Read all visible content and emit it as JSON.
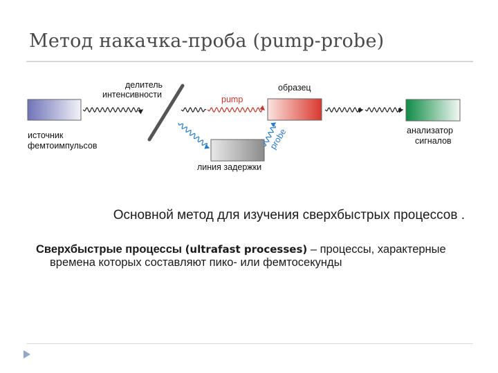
{
  "title": "Метод накачка-проба (pump-probe)",
  "diagram": {
    "labels": {
      "splitter_line1": "делитель",
      "splitter_line2": "интенсивности",
      "pump": "pump",
      "sample": "образец",
      "source_line1": "источник",
      "source_line2": "фемтоимпульсов",
      "probe": "probe",
      "analyzer_line1": "анализатор",
      "analyzer_line2": "сигналов",
      "delay_line": "линия задержки"
    },
    "colors": {
      "source": "#7a7fc0",
      "sample": "#e04a3e",
      "analyzer": "#1f9a52",
      "pump_wave": "#c0392b",
      "probe_wave": "#2a7bc8",
      "wave": "#222222"
    }
  },
  "main_text": "Основной метод для изучения сверхбыстрых процессов .",
  "definition": {
    "term": "Сверхбыстрые процессы",
    "term_en": "(ultrafast processes)",
    "body": " – процессы, характерные времена которых составляют пико- или фемтосекунды"
  }
}
